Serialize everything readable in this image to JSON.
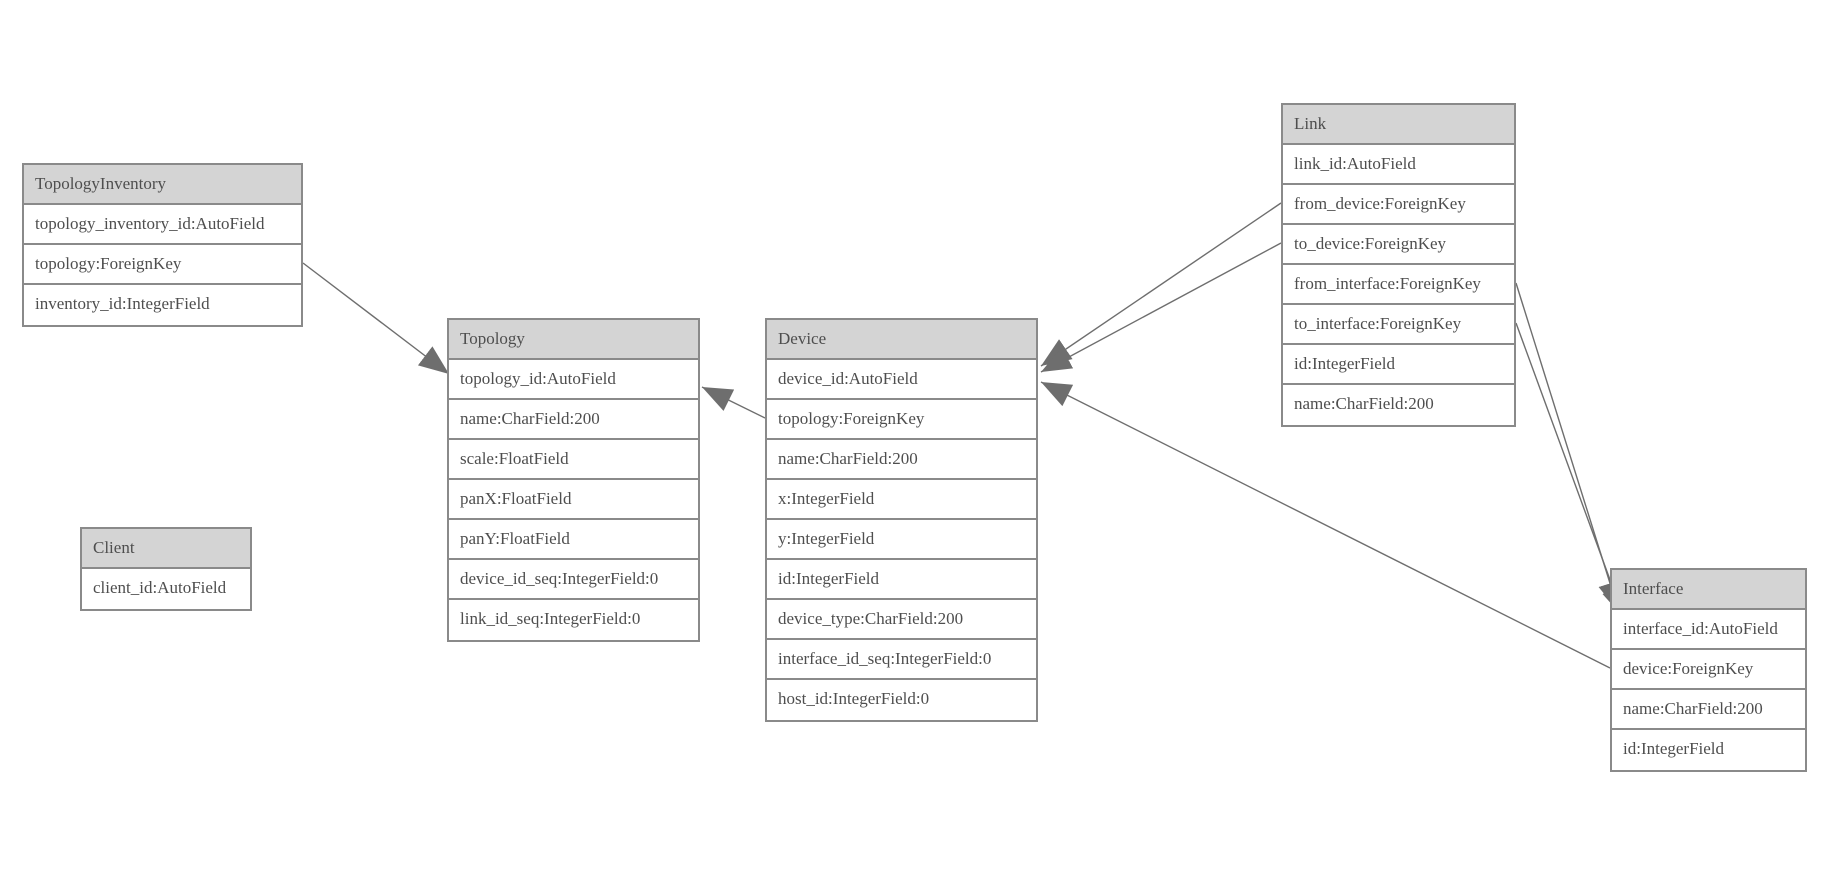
{
  "diagram": {
    "colors": {
      "background": "#ffffff",
      "entity_border": "#8a8a8a",
      "entity_header_bg": "#d4d4d4",
      "entity_row_bg": "#ffffff",
      "text": "#4e4e4e",
      "connector": "#6e6e6e",
      "arrowhead": "#6e6e6e"
    },
    "entities": [
      {
        "name": "TopologyInventory",
        "fields": [
          "topology_inventory_id:AutoField",
          "topology:ForeignKey",
          "inventory_id:IntegerField"
        ]
      },
      {
        "name": "Topology",
        "fields": [
          "topology_id:AutoField",
          "name:CharField:200",
          "scale:FloatField",
          "panX:FloatField",
          "panY:FloatField",
          "device_id_seq:IntegerField:0",
          "link_id_seq:IntegerField:0"
        ]
      },
      {
        "name": "Client",
        "fields": [
          "client_id:AutoField"
        ]
      },
      {
        "name": "Device",
        "fields": [
          "device_id:AutoField",
          "topology:ForeignKey",
          "name:CharField:200",
          "x:IntegerField",
          "y:IntegerField",
          "id:IntegerField",
          "device_type:CharField:200",
          "interface_id_seq:IntegerField:0",
          "host_id:IntegerField:0"
        ]
      },
      {
        "name": "Link",
        "fields": [
          "link_id:AutoField",
          "from_device:ForeignKey",
          "to_device:ForeignKey",
          "from_interface:ForeignKey",
          "to_interface:ForeignKey",
          "id:IntegerField",
          "name:CharField:200"
        ]
      },
      {
        "name": "Interface",
        "fields": [
          "interface_id:AutoField",
          "device:ForeignKey",
          "name:CharField:200",
          "id:IntegerField"
        ]
      }
    ],
    "relations": [
      {
        "from": "TopologyInventory.topology",
        "to": "Topology.topology_id"
      },
      {
        "from": "Device.topology",
        "to": "Topology.topology_id"
      },
      {
        "from": "Link.from_device",
        "to": "Device.device_id"
      },
      {
        "from": "Link.to_device",
        "to": "Device.device_id"
      },
      {
        "from": "Interface.device",
        "to": "Device.device_id"
      },
      {
        "from": "Link.from_interface",
        "to": "Interface.interface_id"
      },
      {
        "from": "Link.to_interface",
        "to": "Interface.interface_id"
      }
    ]
  }
}
